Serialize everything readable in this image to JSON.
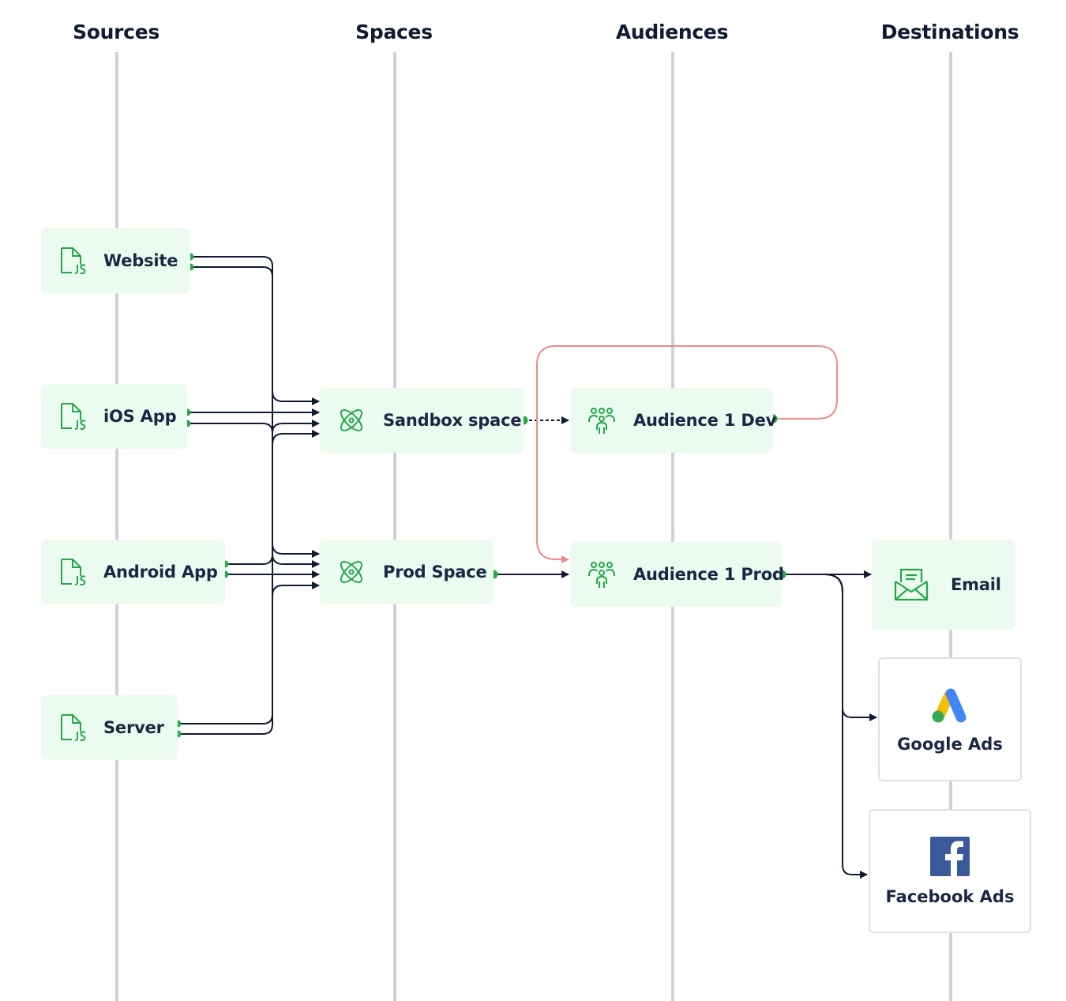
{
  "columns": {
    "sources": "Sources",
    "spaces": "Spaces",
    "audiences": "Audiences",
    "destinations": "Destinations"
  },
  "sources": {
    "website": "Website",
    "ios": "iOS App",
    "android": "Android App",
    "server": "Server"
  },
  "spaces": {
    "sandbox": "Sandbox space",
    "prod": "Prod Space"
  },
  "audiences": {
    "dev": "Audience 1 Dev",
    "prod": "Audience 1 Prod"
  },
  "destinations": {
    "email": "Email",
    "google_ads": "Google Ads",
    "facebook_ads": "Facebook Ads"
  },
  "icons": {
    "source": "js-file-icon",
    "space": "atom-icon",
    "audience": "people-group-icon",
    "email": "envelope-icon",
    "google_ads": "google-ads-logo",
    "facebook_ads": "facebook-logo"
  },
  "colors": {
    "accent_green": "#24a84a",
    "node_fill": "#ecfbef",
    "connector_dark": "#111a33",
    "connector_feedback": "#ef8a8a",
    "lane": "#cfd1d6"
  }
}
